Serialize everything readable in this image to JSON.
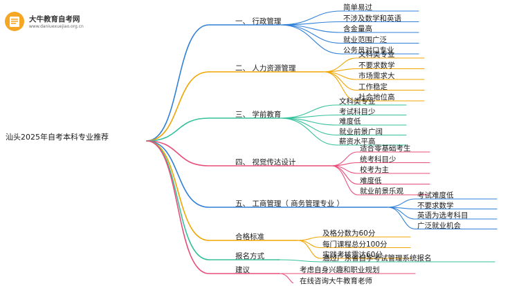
{
  "logo": {
    "title": "大牛教育自考网",
    "url": "www.daniuexuejiao.org.cn",
    "icon": "book-icon"
  },
  "root": {
    "label": "汕头2025年自考本科专业推荐"
  },
  "branches": [
    {
      "id": "b1",
      "label": "一、 行政管理",
      "color": "#2f7fd8",
      "children": [
        "简单易过",
        "不涉及数学和英语",
        "含金量高",
        "就业范围广泛",
        "公务员对口专业"
      ]
    },
    {
      "id": "b2",
      "label": "二、 人力资源管理",
      "color": "#f0a500",
      "children": [
        "文科类专业",
        "不要求数学",
        "市场需求大",
        "工作稳定",
        "社会地位高"
      ]
    },
    {
      "id": "b3",
      "label": "三、 学前教育",
      "color": "#33c09a",
      "children": [
        "文科类专业",
        "考试科目少",
        "难度低",
        "就业前景广阔",
        "薪资水平高"
      ]
    },
    {
      "id": "b4",
      "label": "四、 视觉传达设计",
      "color": "#e84d7a",
      "children": [
        "适合零基础考生",
        "统考科目少",
        "校考为主",
        "难度低",
        "就业前景乐观"
      ]
    },
    {
      "id": "b5",
      "label": "五、 工商管理（ 商务管理专业 ）",
      "color": "#2f7fd8",
      "children": [
        "考试难度低",
        "不要求数学",
        "英语为选考科目",
        "广泛就业机会"
      ]
    },
    {
      "id": "b6",
      "label": "合格标准",
      "color": "#f0a500",
      "children": [
        "及格分数为60分",
        "每门课程总分100分",
        "实践考核需达60分"
      ]
    },
    {
      "id": "b7",
      "label": "报名方式",
      "color": "#33c09a",
      "children": [
        "通过广东省自学考试管理系统报名"
      ]
    },
    {
      "id": "b8",
      "label": "建议",
      "color": "#e84d7a",
      "children": [
        "考虑自身兴趣和职业规划",
        "在线咨询大牛教育老师"
      ]
    }
  ]
}
